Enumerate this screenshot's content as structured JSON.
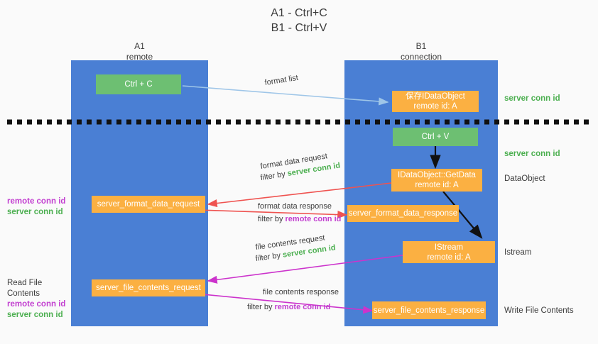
{
  "title": {
    "line1": "A1 - Ctrl+C",
    "line2": "B1 - Ctrl+V"
  },
  "columns": [
    {
      "name": "A1",
      "sub": "remote"
    },
    {
      "name": "B1",
      "sub": "connection"
    }
  ],
  "boxes": {
    "ctrl_c": {
      "line1": "Ctrl + C",
      "color": "#6dbf72"
    },
    "save_idataobject": {
      "line1": "保存IDataObject",
      "line2": "remote id: A",
      "color": "#fbb042"
    },
    "ctrl_v": {
      "line1": "Ctrl + V",
      "color": "#6dbf72"
    },
    "getdata": {
      "line1": "IDataObject::GetData",
      "line2": "remote id: A",
      "color": "#fbb042"
    },
    "format_data_request": {
      "line1": "server_format_data_request",
      "color": "#fbb042"
    },
    "format_data_response": {
      "line1": "server_format_data_response",
      "color": "#fbb042"
    },
    "istream": {
      "line1": "IStream",
      "line2": "remote id: A",
      "color": "#fbb042"
    },
    "file_contents_request": {
      "line1": "server_file_contents_request",
      "color": "#fbb042"
    },
    "file_contents_response": {
      "line1": "server_file_contents_response",
      "color": "#fbb042"
    }
  },
  "edge_labels": {
    "format_list": "format list",
    "format_data_request": {
      "line1": "format data request",
      "line2_prefix": "filter by ",
      "line2_key": "server conn id"
    },
    "format_data_response": {
      "line1": "format data response",
      "line2_prefix": "filter by ",
      "line2_key": "remote conn id"
    },
    "file_contents_request": {
      "line1": "file contents request",
      "line2_prefix": "filter by ",
      "line2_key": "server conn id"
    },
    "file_contents_response": {
      "line1": "file contents response",
      "line2_prefix": "filter by ",
      "line2_key": "remote conn id"
    }
  },
  "right_labels": {
    "server_conn_id_top": "server conn id",
    "server_conn_id_mid": "server conn id",
    "dataobject": "DataObject",
    "istream": "Istream",
    "write_file_contents": "Write File Contents"
  },
  "left_labels": {
    "mid": {
      "remote": "remote conn id",
      "server": "server conn id"
    },
    "bottom": {
      "heading": "Read File Contents",
      "remote": "remote conn id",
      "server": "server conn id"
    }
  },
  "colors": {
    "lane": "#4a7fd4",
    "green_box": "#6dbf72",
    "orange_box": "#fbb042",
    "red_arrow": "#ef5350",
    "magenta_arrow": "#cc33cc",
    "light_blue_arrow": "#9fc6e8",
    "black_arrow": "#111111",
    "green_text": "#4caf50",
    "purple_text": "#c23fd0",
    "background": "#fafafa"
  }
}
